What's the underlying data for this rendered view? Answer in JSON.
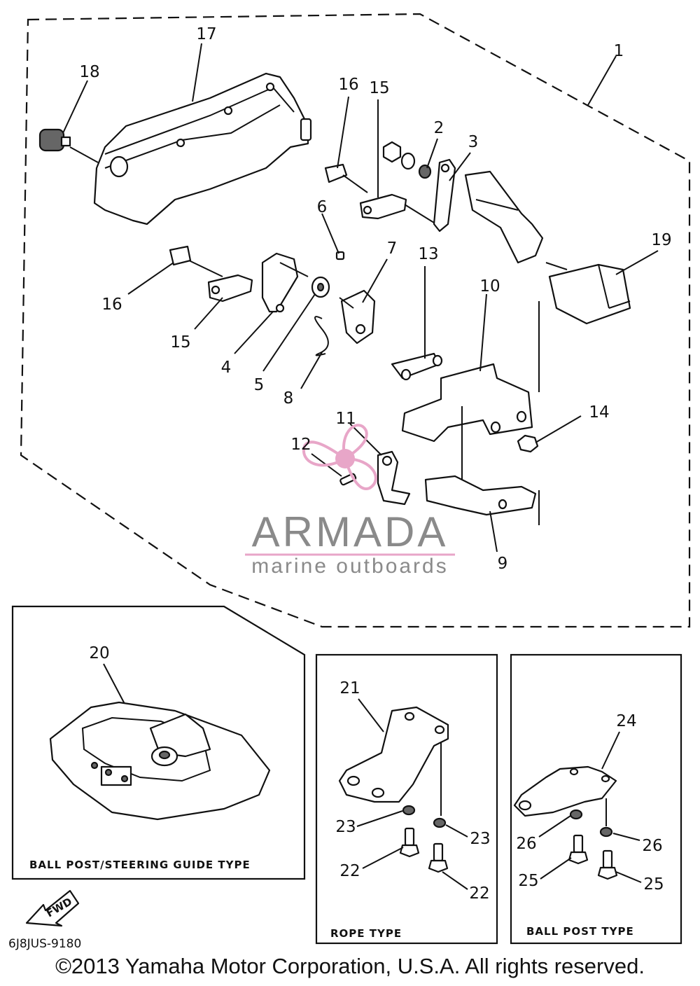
{
  "diagram": {
    "part_numbers": {
      "p1": "1",
      "p2": "2",
      "p3": "3",
      "p4": "4",
      "p5": "5",
      "p6": "6",
      "p7": "7",
      "p8": "8",
      "p9": "9",
      "p10": "10",
      "p11": "11",
      "p12": "12",
      "p13": "13",
      "p14": "14",
      "p15a": "15",
      "p15b": "15",
      "p16a": "16",
      "p16b": "16",
      "p17": "17",
      "p18": "18",
      "p19": "19",
      "p20": "20",
      "p21": "21",
      "p22a": "22",
      "p22b": "22",
      "p23a": "23",
      "p23b": "23",
      "p24": "24",
      "p25a": "25",
      "p25b": "25",
      "p26a": "26",
      "p26b": "26"
    },
    "captions": {
      "ball_post_steering": "BALL POST/STEERING GUIDE TYPE",
      "rope_type": "ROPE TYPE",
      "ball_post_type": "BALL POST TYPE"
    },
    "fwd_label": "FWD",
    "drawing_code": "6J8JUS-9180"
  },
  "watermark": {
    "brand": "ARMADA",
    "tagline": "marine outboards",
    "colors": {
      "propeller": "#e8a6c8",
      "text": "#8a8a8a"
    }
  },
  "copyright": "©2013 Yamaha Motor Corporation, U.S.A. All rights reserved."
}
